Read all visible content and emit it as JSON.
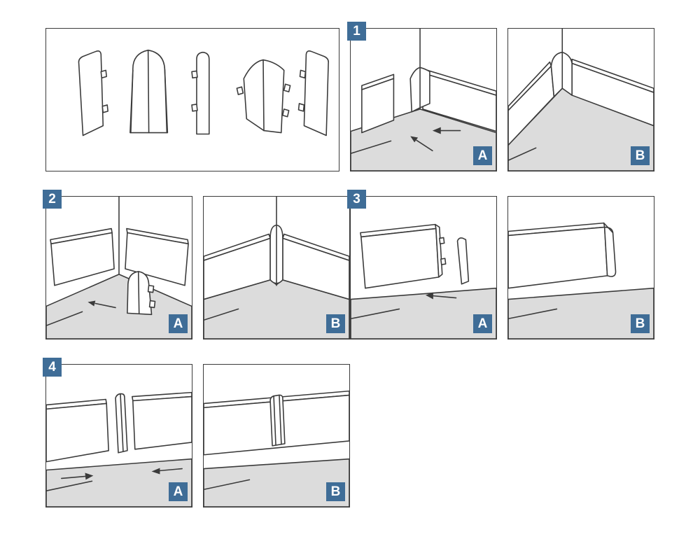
{
  "colors": {
    "badge_bg": "#3f6d97",
    "badge_text": "#ffffff",
    "line": "#3b3b3b",
    "floor": "#dcdcdc",
    "background": "#ffffff"
  },
  "overview": {
    "parts": [
      {
        "name": "left-end-cap"
      },
      {
        "name": "external-corner"
      },
      {
        "name": "connector"
      },
      {
        "name": "internal-corner"
      },
      {
        "name": "right-end-cap"
      }
    ]
  },
  "steps": [
    {
      "number": "1",
      "topic": "internal-corner",
      "panels": [
        {
          "label": "A"
        },
        {
          "label": "B"
        }
      ]
    },
    {
      "number": "2",
      "topic": "external-corner",
      "panels": [
        {
          "label": "A"
        },
        {
          "label": "B"
        }
      ]
    },
    {
      "number": "3",
      "topic": "end-cap",
      "panels": [
        {
          "label": "A"
        },
        {
          "label": "B"
        }
      ]
    },
    {
      "number": "4",
      "topic": "connector",
      "panels": [
        {
          "label": "A"
        },
        {
          "label": "B"
        }
      ]
    }
  ]
}
